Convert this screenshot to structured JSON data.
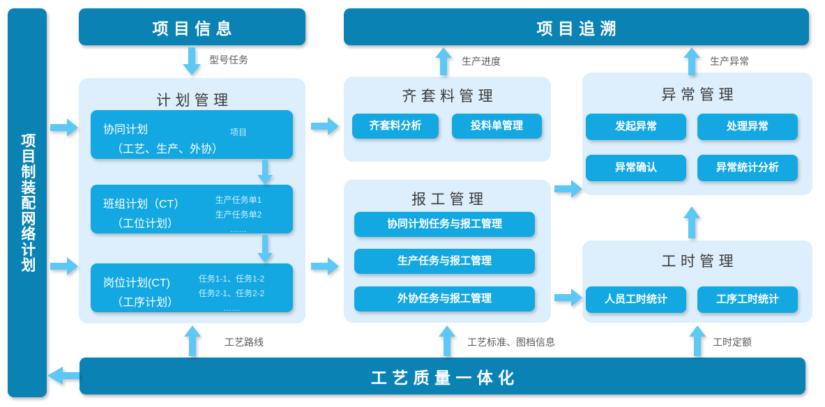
{
  "diagram": {
    "title_left_bar": "项目制装配网络计划",
    "top_left_bar": "项目信息",
    "top_right_bar": "项目追溯",
    "bottom_bar": "工艺质量一体化"
  },
  "flow_labels": {
    "model_task": "型号任务",
    "production_progress": "生产进度",
    "production_exception": "生产异常",
    "process_route": "工艺路线",
    "process_standard": "工艺标准、图档信息",
    "work_hour_quota": "工时定额"
  },
  "panels": {
    "plan": {
      "title": "计划管理",
      "cards": [
        {
          "line1": "协同计划",
          "line2": "（工艺、生产、外协）",
          "aside": [
            "项目"
          ]
        },
        {
          "line1": "班组计划（CT）",
          "line2": "（工位计划）",
          "aside": [
            "生产任务单1",
            "生产任务单2",
            "……"
          ]
        },
        {
          "line1": "岗位计划(CT)",
          "line2": "（工序计划）",
          "aside": [
            "任务1-1、任务1-2",
            "任务2-1、任务2-2",
            "……"
          ]
        }
      ]
    },
    "material": {
      "title": "齐套料管理",
      "items": [
        "齐套料分析",
        "投料单管理"
      ]
    },
    "report": {
      "title": "报工管理",
      "items": [
        "协同计划任务与报工管理",
        "生产任务与报工管理",
        "外协任务与报工管理"
      ]
    },
    "exception": {
      "title": "异常管理",
      "items": [
        "发起异常",
        "处理异常",
        "异常确认",
        "异常统计分析"
      ]
    },
    "workhour": {
      "title": "工时管理",
      "items": [
        "人员工时统计",
        "工序工时统计"
      ]
    }
  },
  "colors": {
    "dark_blue": "#0a82b4",
    "bright_blue": "#13a8e2",
    "arrow_blue": "#5cc8f5",
    "panel_light": "#ddeffc",
    "label_gray": "#58595b"
  }
}
